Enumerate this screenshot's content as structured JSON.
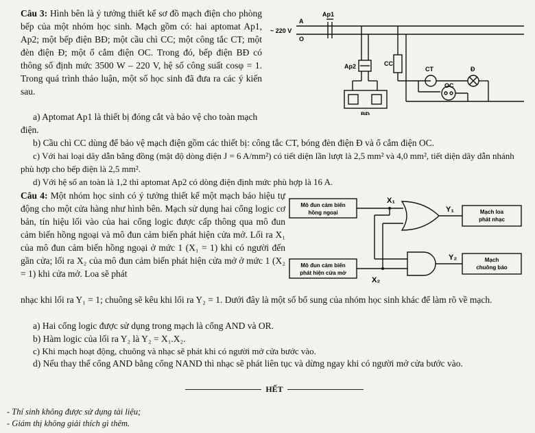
{
  "q3": {
    "title": "Câu 3:",
    "intro": "Hình bên là ý tưởng thiết kế sơ đồ mạch điện cho phòng bếp của một nhóm học sinh. Mạch gồm có: hai aptomat Ap1, Ap2; một bếp điện BĐ; một cầu chì CC; một công tắc CT; một đèn điện Đ; một ổ cắm điện OC. Trong đó, bếp điện BĐ có thông số định mức 3500 W – 220 V, hệ số công suất cosφ = 1. Trong quá trình thảo luận, một số học sinh đã đưa ra các ý kiến sau.",
    "a": "a) Aptomat Ap1 là thiết bị đóng cắt và bảo vệ cho toàn mạch điện.",
    "b": "b) Cầu chì CC dùng để bảo vệ mạch điện gồm các thiết bị: công tắc CT, bóng đèn điện Đ và ổ cắm điện OC.",
    "c": "c) Với hai loại dây dẫn bằng đồng (mật độ dòng điện J = 6 A/mm²) có tiết diện lần lượt là 2,5 mm² và 4,0 mm², tiết diện dây dẫn nhánh phù hợp cho bếp điện là 2,5 mm².",
    "d": "d) Với hệ số an toàn là 1,2 thì aptomat Ap2 có dòng điện định mức phù hợp là 16 A.",
    "diagram": {
      "source_label": "~ 220 V",
      "terminal_a": "A",
      "terminal_o": "O",
      "ap1": "Ap1",
      "ap2": "Ap2",
      "cc": "CC",
      "ct": "CT",
      "d": "Đ",
      "oc": "OC",
      "bd": "BĐ"
    }
  },
  "q4": {
    "title": "Câu 4:",
    "intro": "Một nhóm học sinh có ý tưởng thiết kế một mạch báo hiệu tự động cho một cửa hàng như hình bên. Mạch sử dụng hai cổng logic cơ bản, tín hiệu lối vào của hai cổng logic được cấp thông qua mô đun cảm biến hồng ngoại và mô đun cảm biến phát hiện cửa mở. Lối ra X₁ của mô đun cảm biến hồng ngoại ở mức 1 (X₁ = 1) khi có người đến gần cửa; lối ra X₂ của mô đun cảm biến phát hiện cửa mở ở mức 1 (X₂ = 1) khi cửa mở. Loa sẽ phát",
    "cont": "nhạc khi lối ra Y₁ = 1; chuông sẽ kêu khi lối ra Y₂ = 1. Dưới đây là một số bổ sung của nhóm học sinh khác để làm rõ về mạch.",
    "a": "a) Hai cổng logic được sử dụng trong mạch là cổng AND và OR.",
    "b": "b) Hàm logic của lối ra Y₂ là Y₂ = X₁.X₂.",
    "c": "c) Khi mạch hoạt động, chuông và nhạc sẽ phát khi có người mở cửa bước vào.",
    "d": "d) Nếu thay thế cổng AND bằng cổng NAND thì nhạc sẽ phát liên tục và dừng ngay khi có người mở cửa bước vào.",
    "diagram": {
      "sensor1": [
        "Mô đun cảm biến",
        "hồng ngoại"
      ],
      "sensor2": [
        "Mô đun cảm biến",
        "phát hiện cửa mở"
      ],
      "out1": [
        "Mạch loa",
        "phát nhạc"
      ],
      "out2": [
        "Mạch",
        "chuông báo"
      ],
      "x1": "X₁",
      "x2": "X₂",
      "y1": "Y₁",
      "y2": "Y₂"
    }
  },
  "end": "HẾT",
  "notes": [
    "- Thí sinh không được sử dụng tài liệu;",
    "- Giám thị không giải thích gì thêm."
  ]
}
